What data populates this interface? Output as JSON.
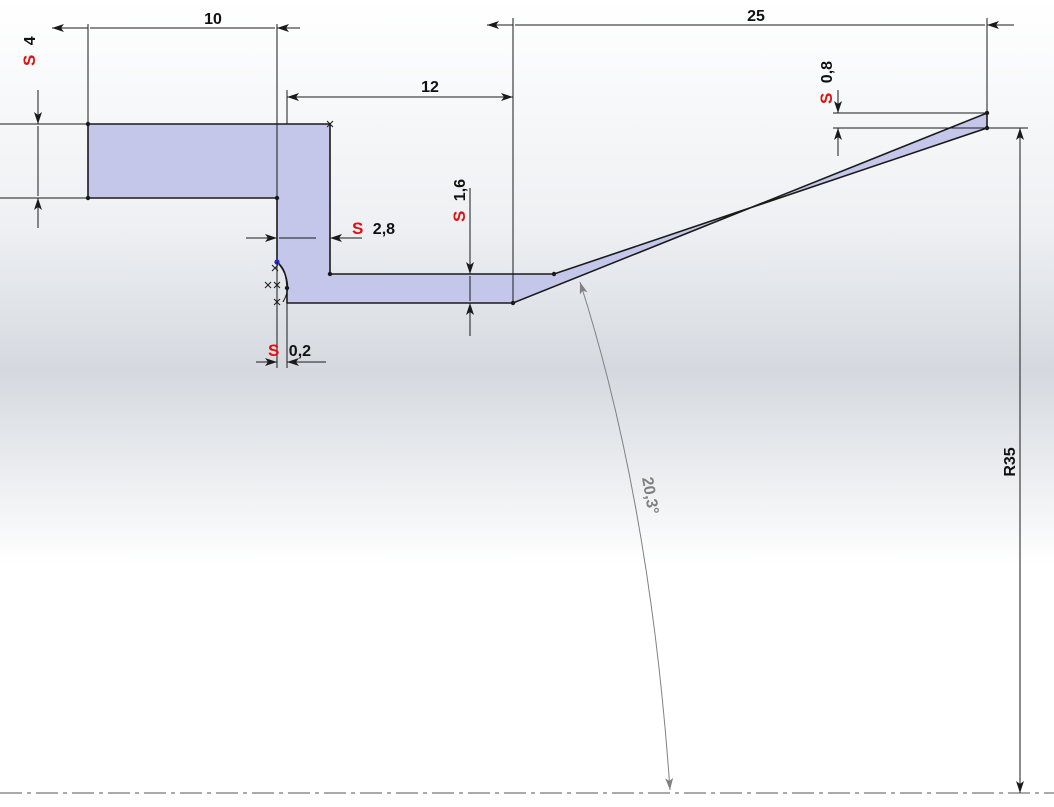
{
  "colors": {
    "profile_fill": "#c4c6ea",
    "profile_stroke": "#1a1a1a",
    "dimension": "#1a1a1a",
    "symbol": "#e01010",
    "angle": "#808080",
    "vertex": "#1a1a1a",
    "selected_vertex": "#1f2bd0"
  },
  "dimensions": {
    "width_10": "10",
    "width_12": "12",
    "width_25": "25",
    "thickness_4": {
      "symbol": "S",
      "value": "4"
    },
    "thickness_2_8": {
      "symbol": "S",
      "value": "2,8"
    },
    "thickness_1_6": {
      "symbol": "S",
      "value": "1,6"
    },
    "thickness_0_8": {
      "symbol": "S",
      "value": "0,8"
    },
    "thickness_0_2": {
      "symbol": "S",
      "value": "0,2"
    },
    "radius": "R35",
    "angle": "20,3°"
  }
}
